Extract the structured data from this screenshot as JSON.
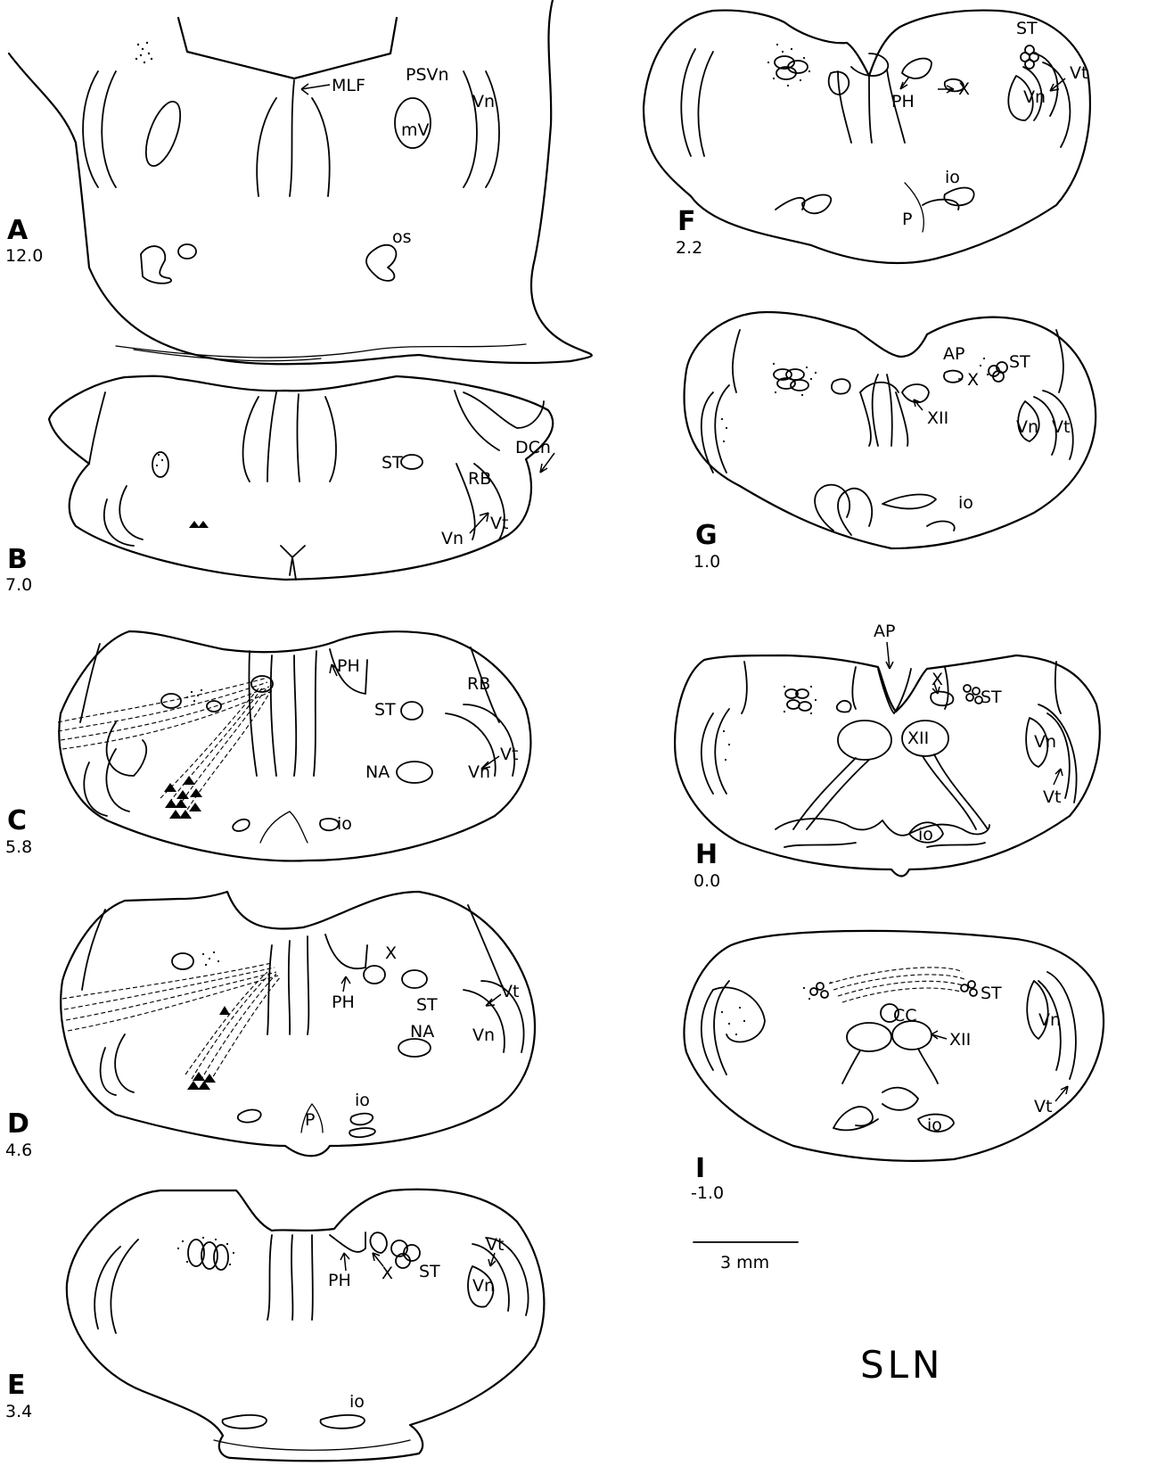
{
  "title": "SLN",
  "scale_bar": "3 mm",
  "panels": [
    {
      "id": "A",
      "level": "12.0",
      "labels": [
        "MLF",
        "PSVn",
        "Vn",
        "mV",
        "os"
      ]
    },
    {
      "id": "B",
      "level": "7.0",
      "labels": [
        "DCn",
        "RB",
        "ST",
        "Vn",
        "Vt"
      ]
    },
    {
      "id": "C",
      "level": "5.8",
      "labels": [
        "PH",
        "RB",
        "ST",
        "Vt",
        "Vn",
        "NA",
        "io"
      ]
    },
    {
      "id": "D",
      "level": "4.6",
      "labels": [
        "X",
        "PH",
        "ST",
        "Vt",
        "Vn",
        "NA",
        "P",
        "io"
      ]
    },
    {
      "id": "E",
      "level": "3.4",
      "labels": [
        "PH",
        "X",
        "ST",
        "Vt",
        "Vn",
        "io"
      ]
    },
    {
      "id": "F",
      "level": "2.2",
      "labels": [
        "ST",
        "Vt",
        "X",
        "PH",
        "Vn",
        "P",
        "io"
      ]
    },
    {
      "id": "G",
      "level": "1.0",
      "labels": [
        "AP",
        "ST",
        "X",
        "XII",
        "Vn",
        "Vt",
        "io"
      ]
    },
    {
      "id": "H",
      "level": "0.0",
      "labels": [
        "AP",
        "X",
        "ST",
        "XII",
        "Vn",
        "Vt",
        "io"
      ]
    },
    {
      "id": "I",
      "level": "-1.0",
      "labels": [
        "ST",
        "CC",
        "XII",
        "Vn",
        "Vt",
        "io"
      ]
    }
  ],
  "colors": {
    "ink": "#000000",
    "paper": "#ffffff"
  }
}
